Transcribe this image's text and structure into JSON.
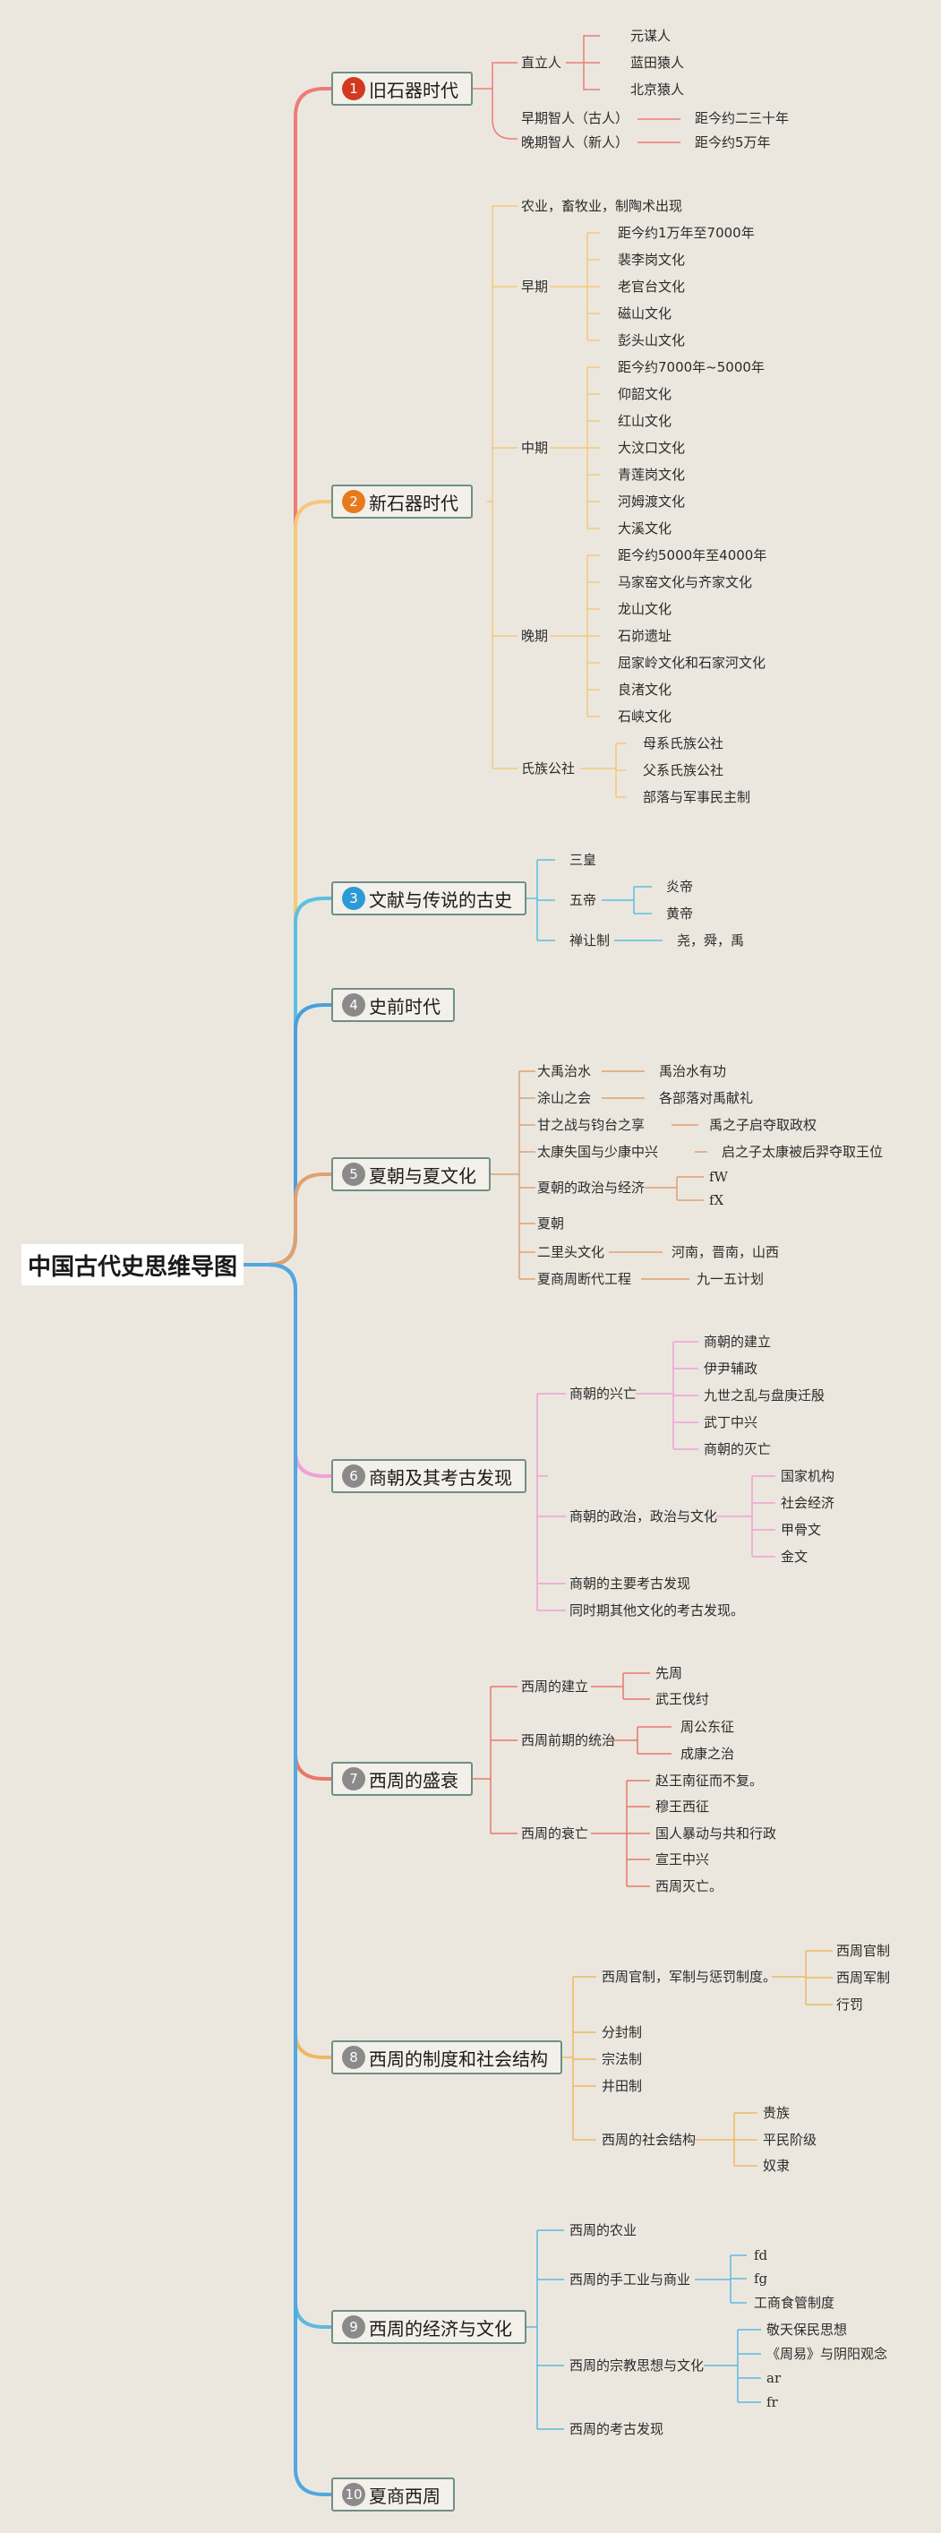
{
  "root": "中国古代史思维导图",
  "colors": {
    "t1": "#ee7b78",
    "t2": "#f5c87a",
    "t3": "#5bc0e0",
    "t4": "#4a9fdc",
    "t5": "#e0a070",
    "t6": "#f0a0d8",
    "t7": "#e87868",
    "t8": "#f0b860",
    "t9": "#60b8e0",
    "t10": "#50a8e0"
  },
  "topics": [
    {
      "num": "1",
      "label": "旧石器时代"
    },
    {
      "num": "2",
      "label": "新石器时代"
    },
    {
      "num": "3",
      "label": "文献与传说的古史"
    },
    {
      "num": "4",
      "label": "史前时代"
    },
    {
      "num": "5",
      "label": "夏朝与夏文化"
    },
    {
      "num": "6",
      "label": "商朝及其考古发现"
    },
    {
      "num": "7",
      "label": "西周的盛衰"
    },
    {
      "num": "8",
      "label": "西周的制度和社会结构"
    },
    {
      "num": "9",
      "label": "西周的经济与文化"
    },
    {
      "num": "10",
      "label": "夏商西周"
    }
  ],
  "t1": {
    "zhili": "直立人",
    "yuanmou": "元谋人",
    "lantian": "蓝田猿人",
    "beijing": "北京猿人",
    "early": "早期智人（古人）",
    "early_val": "距今约二三十年",
    "late": "晚期智人（新人）",
    "late_val": "距今约5万年"
  },
  "t2": {
    "agri": "农业，畜牧业，制陶术出现",
    "early": "早期",
    "e1": "距今约1万年至7000年",
    "e2": "裴李岗文化",
    "e3": "老官台文化",
    "e4": "磁山文化",
    "e5": "彭头山文化",
    "mid": "中期",
    "m1": "距今约7000年~5000年",
    "m2": "仰韶文化",
    "m3": "红山文化",
    "m4": "大汶口文化",
    "m5": "青莲岗文化",
    "m6": "河姆渡文化",
    "m7": "大溪文化",
    "late": "晚期",
    "l1": "距今约5000年至4000年",
    "l2": "马家窑文化与齐家文化",
    "l3": "龙山文化",
    "l4": "石峁遗址",
    "l5": "屈家岭文化和石家河文化",
    "l6": "良渚文化",
    "l7": "石峡文化",
    "clan": "氏族公社",
    "c1": "母系氏族公社",
    "c2": "父系氏族公社",
    "c3": "部落与军事民主制"
  },
  "t3": {
    "sanhuang": "三皇",
    "wudi": "五帝",
    "yandi": "炎帝",
    "huangdi": "黄帝",
    "shanrang": "禅让制",
    "yao": "尧，舜，禹"
  },
  "t5": {
    "r1": "大禹治水",
    "r1v": "禹治水有功",
    "r2": "涂山之会",
    "r2v": "各部落对禹献礼",
    "r3": "甘之战与钧台之享",
    "r3v": "禹之子启夺取政权",
    "r4": "太康失国与少康中兴",
    "r4v": "启之子太康被后羿夺取王位",
    "r5": "夏朝的政治与经济",
    "r5a": "fW",
    "r5b": "fX",
    "r6": "夏朝",
    "r7": "二里头文化",
    "r7v": "河南，晋南，山西",
    "r8": "夏商周断代工程",
    "r8v": "九一五计划"
  },
  "t6": {
    "rise": "商朝的兴亡",
    "s1": "商朝的建立",
    "s2": "伊尹辅政",
    "s3": "九世之乱与盘庚迁殷",
    "s4": "武丁中兴",
    "s5": "商朝的灭亡",
    "pol": "商朝的政治，政治与文化",
    "p1": "国家机构",
    "p2": "社会经济",
    "p3": "甲骨文",
    "p4": "金文",
    "arch": "商朝的主要考古发现",
    "other": "同时期其他文化的考古发现。"
  },
  "t7": {
    "found": "西周的建立",
    "f1": "先周",
    "f2": "武王伐纣",
    "rule": "西周前期的统治",
    "g1": "周公东征",
    "g2": "成康之治",
    "decl": "西周的衰亡",
    "d1": "赵王南征而不复。",
    "d2": "穆王西征",
    "d3": "国人暴动与共和行政",
    "d4": "宣王中兴",
    "d5": "西周灭亡。"
  },
  "t8": {
    "off": "西周官制，军制与惩罚制度。",
    "o1": "西周官制",
    "o2": "西周军制",
    "o3": "行罚",
    "feng": "分封制",
    "zong": "宗法制",
    "jing": "井田制",
    "soc": "西周的社会结构",
    "c1": "贵族",
    "c2": "平民阶级",
    "c3": "奴隶"
  },
  "t9": {
    "agri": "西周的农业",
    "craft": "西周的手工业与商业",
    "c1": "fd",
    "c2": "fg",
    "c3": "工商食管制度",
    "rel": "西周的宗教思想与文化",
    "r1": "敬天保民思想",
    "r2": "《周易》与阴阳观念",
    "r3": "ar",
    "r4": "fr",
    "arch": "西周的考古发现"
  }
}
